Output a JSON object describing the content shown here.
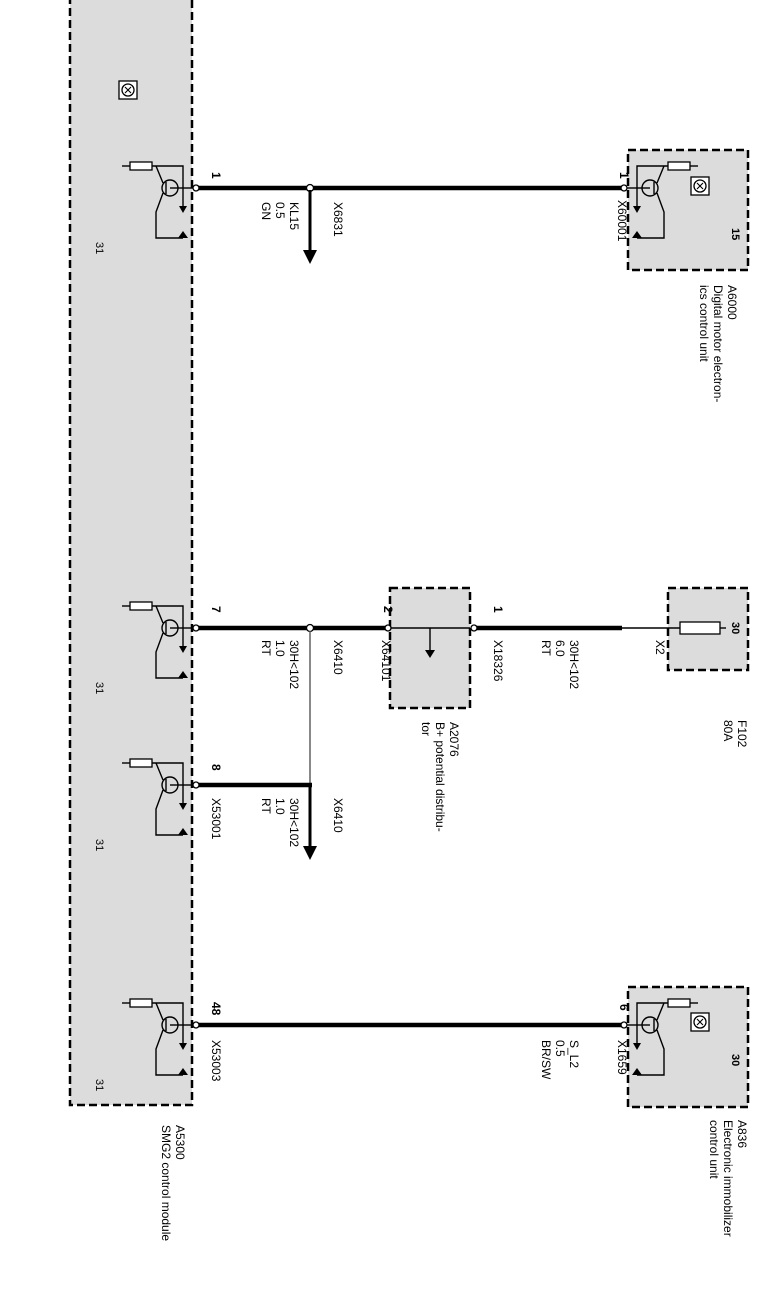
{
  "components": {
    "smg2": {
      "id": "A5300",
      "name": "SMG2 control module",
      "ground": "31"
    },
    "dme": {
      "id": "A6000",
      "name_line1": "Digital motor electron-",
      "name_line2": "ics control unit",
      "terminal": "15"
    },
    "fuse": {
      "id": "F102",
      "rating": "80A",
      "terminal": "30"
    },
    "bplus": {
      "id": "A2076",
      "name_line1": "B+ potential distribu-",
      "name_line2": "tor"
    },
    "ews": {
      "id": "A836",
      "name_line1": "Electronic immobilizer",
      "name_line2": "control unit",
      "terminal": "30"
    }
  },
  "wires": {
    "kl15": {
      "pin_left": "1",
      "pin_right": "1",
      "connector_right": "X60001",
      "splice": "X6831",
      "signal": "KL15",
      "size": "0.5",
      "color": "GN"
    },
    "b30a": {
      "pin_left": "7",
      "pin_bplus_in": "2",
      "pin_bplus_out": "1",
      "connector_bplus_in": "X64101",
      "connector_bplus_out": "X18326",
      "connector_fuse": "X2",
      "splice": "X6410",
      "signal_left": "30H<102",
      "size_left": "1.0",
      "color_left": "RT",
      "signal_right": "30H<102",
      "size_right": "6.0",
      "color_right": "RT"
    },
    "b30b": {
      "pin_left": "8",
      "connector_left": "X53001",
      "splice": "X6410",
      "signal": "30H<102",
      "size": "1.0",
      "color": "RT"
    },
    "sl2": {
      "pin_left": "48",
      "pin_right": "6",
      "connector_left": "X53003",
      "connector_right": "X1659",
      "signal": "S_L2",
      "size": "0.5",
      "color": "BR/SW"
    }
  }
}
